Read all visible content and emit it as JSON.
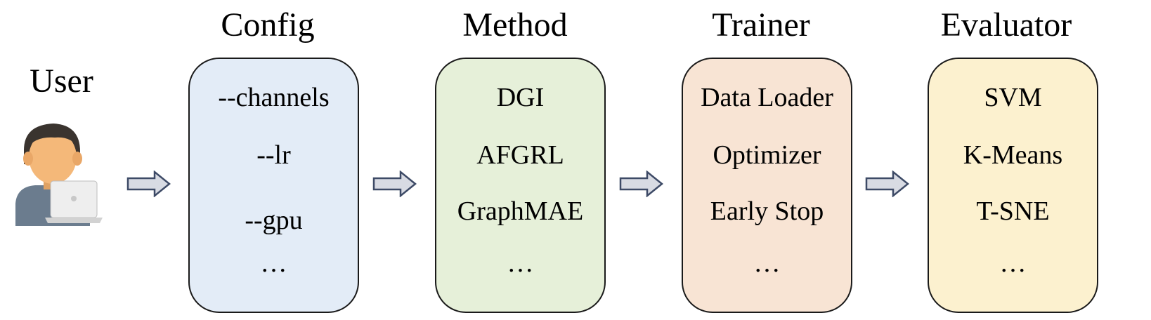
{
  "user": {
    "label": "User",
    "icon": "user-with-laptop-icon",
    "colors": {
      "hair": "#3a342f",
      "skin": "#f4b879",
      "shirt": "#6b7c8e",
      "laptop": "#e6e6e6"
    }
  },
  "stages": [
    {
      "id": "config",
      "title": "Config",
      "fill": "#e3ecf7",
      "items": [
        "--channels",
        "--lr",
        "--gpu",
        "…"
      ]
    },
    {
      "id": "method",
      "title": "Method",
      "fill": "#e6f0d9",
      "items": [
        "DGI",
        "AFGRL",
        "GraphMAE",
        "…"
      ]
    },
    {
      "id": "trainer",
      "title": "Trainer",
      "fill": "#f8e4d4",
      "items": [
        "Data Loader",
        "Optimizer",
        "Early Stop",
        "…"
      ]
    },
    {
      "id": "evaluator",
      "title": "Evaluator",
      "fill": "#fcf1cf",
      "items": [
        "SVM",
        "K-Means",
        "T-SNE",
        "…"
      ]
    }
  ],
  "arrow": {
    "icon": "right-arrow-icon",
    "fill": "#d8dbe3",
    "stroke": "#3d4a66"
  }
}
